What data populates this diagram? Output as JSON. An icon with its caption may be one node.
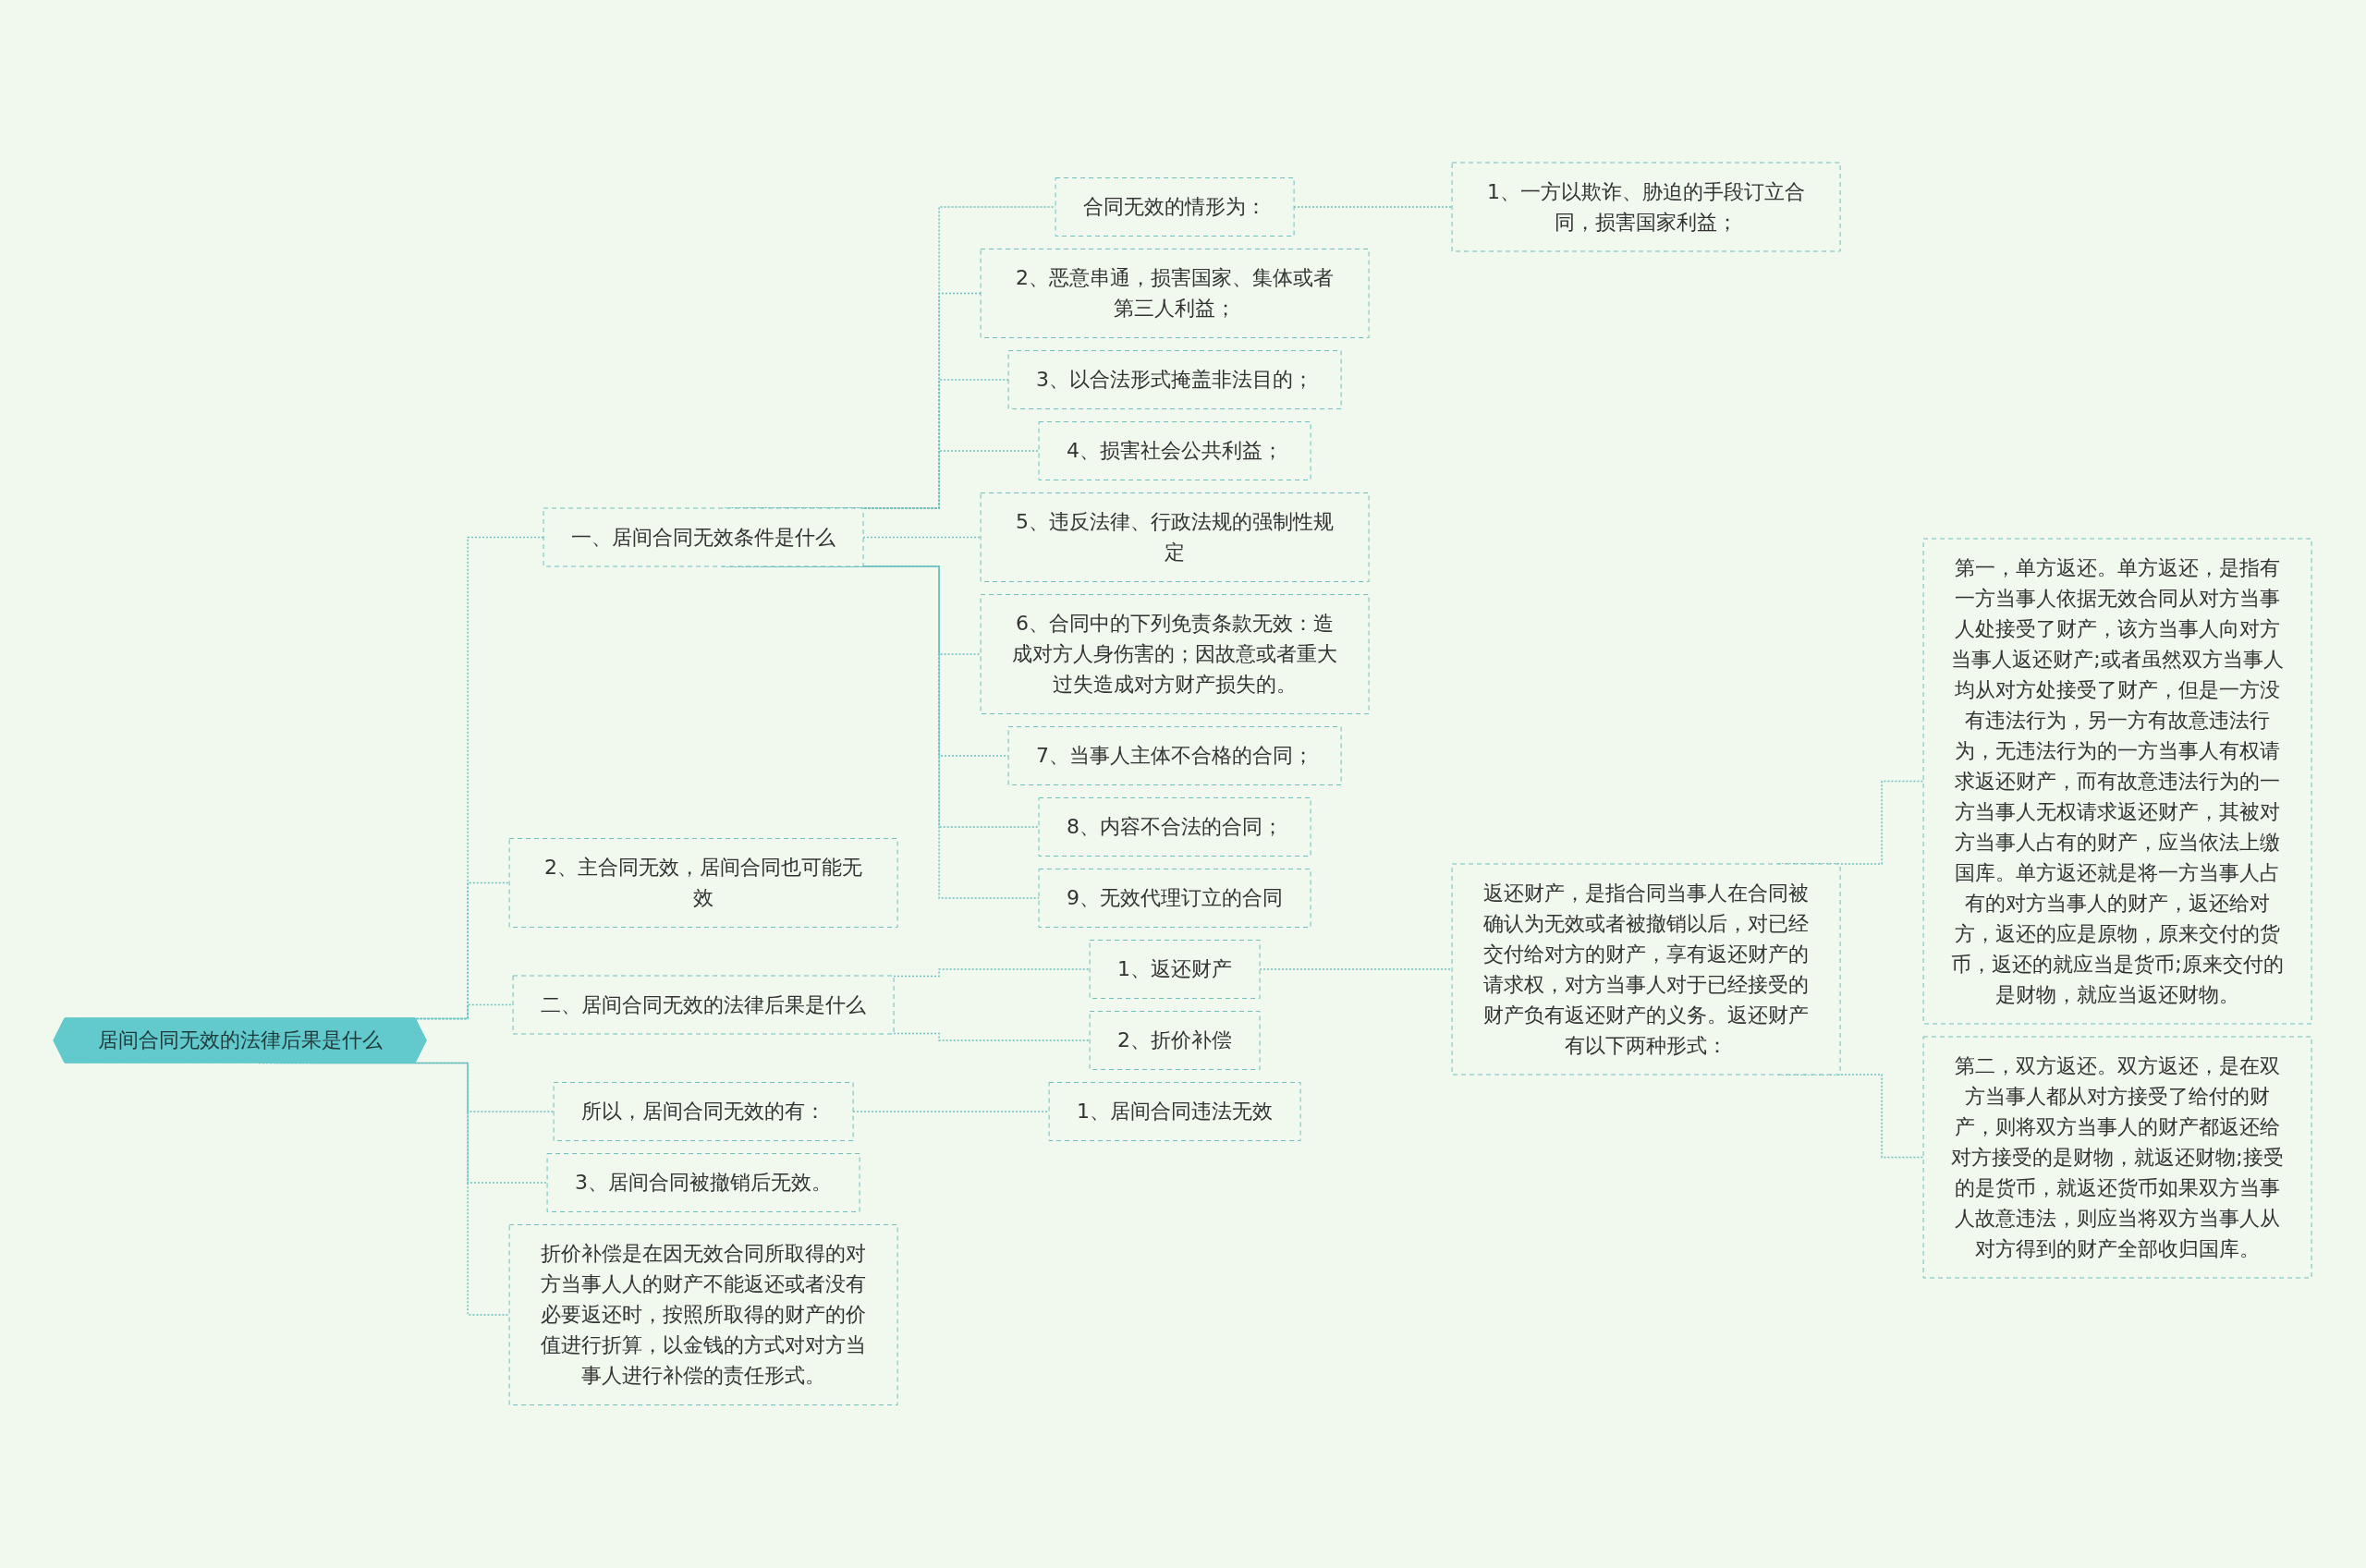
{
  "diagram": {
    "nodes": [
      {
        "text": [
          "居间合同无效的法律后果是什么"
        ]
      },
      {
        "text": [
          "一、居间合同无效条件是什么"
        ]
      },
      {
        "text": [
          "合同无效的情形为："
        ]
      },
      {
        "text": [
          "1、一方以欺诈、胁迫的手段订立合同，损害国家利益；"
        ]
      },
      {
        "text": [
          "2、恶意串通，损害国家、集体或者第三人利益；"
        ]
      },
      {
        "text": [
          "3、以合法形式掩盖非法目的；"
        ]
      },
      {
        "text": [
          "4、损害社会公共利益；"
        ]
      },
      {
        "text": [
          "5、违反法律、行政法规的强制性规定"
        ]
      },
      {
        "text": [
          "6、合同中的下列免责条款无效：造成对方人身伤害的；因故意或者重大过失造成对方财产损失的。"
        ]
      },
      {
        "text": [
          "7、当事人主体不合格的合同；"
        ]
      },
      {
        "text": [
          "8、内容不合法的合同；"
        ]
      },
      {
        "text": [
          "9、无效代理订立的合同"
        ]
      },
      {
        "text": [
          "2、主合同无效，居间合同也可能无效"
        ]
      },
      {
        "text": [
          "二、居间合同无效的法律后果是什么"
        ]
      },
      {
        "text": [
          "1、返还财产"
        ]
      },
      {
        "text": [
          "返还财产，是指合同当事人在合同被确认为无效或者被撤销以后，对已经交付给对方的财产，享有返还财产的请求权，对方当事人对于已经接受的财产负有返还财产的义务。返还财产有以下两种形式："
        ]
      },
      {
        "text": [
          "第一，单方返还。单方返还，是指有一方当事人依据无效合同从对方当事人处接受了财产，该方当事人向对方当事人返还财产;或者虽然双方当事人均从对方处接受了财产，但是一方没有违法行为，另一方有故意违法行为，无违法行为的一方当事人有权请求返还财产，而有故意违法行为的一方当事人无权请求返还财产，其被对方当事人占有的财产，应当依法上缴国库。单方返还就是将一方当事人占有的对方当事人的财产，返还给对方，返还的应是原物，原来交付的货币，返还的就应当是货币;原来交付的是财物，就应当返还财物。"
        ]
      },
      {
        "text": [
          "第二，双方返还。双方返还，是在双方当事人都从对方接受了给付的财产，则将双方当事人的财产都返还给对方接受的是财物，就返还财物;接受的是货币，就返还货币如果双方当事人故意违法，则应当将双方当事人从对方得到的财产全部收归国库。"
        ]
      },
      {
        "text": [
          "2、折价补偿"
        ]
      },
      {
        "text": [
          "所以，居间合同无效的有："
        ]
      },
      {
        "text": [
          "1、居间合同违法无效"
        ]
      },
      {
        "text": [
          "3、居间合同被撤销后无效。"
        ]
      },
      {
        "text": [
          "折价补偿是在因无效合同所取得的对方当事人人的财产不能返还或者没有必要返还时，按照所取得的财产的价值进行折算，以金钱的方式对对方当事人进行补偿的责任形式。"
        ]
      }
    ],
    "edges": [
      {
        "from": 0,
        "to": 1,
        "arrow": "none",
        "style": "dashed"
      },
      {
        "from": 1,
        "to": 2,
        "arrow": "none",
        "style": "dashed"
      },
      {
        "from": 2,
        "to": 3,
        "arrow": "none",
        "style": "dashed"
      },
      {
        "from": 1,
        "to": 4,
        "arrow": "none",
        "style": "dashed"
      },
      {
        "from": 1,
        "to": 5,
        "arrow": "none",
        "style": "dashed"
      },
      {
        "from": 1,
        "to": 6,
        "arrow": "none",
        "style": "dashed"
      },
      {
        "from": 1,
        "to": 7,
        "arrow": "none",
        "style": "dashed"
      },
      {
        "from": 1,
        "to": 8,
        "arrow": "none",
        "style": "dashed"
      },
      {
        "from": 1,
        "to": 9,
        "arrow": "none",
        "style": "dashed"
      },
      {
        "from": 1,
        "to": 10,
        "arrow": "none",
        "style": "dashed"
      },
      {
        "from": 1,
        "to": 11,
        "arrow": "none",
        "style": "dashed"
      },
      {
        "from": 0,
        "to": 12,
        "arrow": "none",
        "style": "dashed"
      },
      {
        "from": 0,
        "to": 13,
        "arrow": "none",
        "style": "dashed"
      },
      {
        "from": 13,
        "to": 14,
        "arrow": "none",
        "style": "dashed"
      },
      {
        "from": 14,
        "to": 15,
        "arrow": "none",
        "style": "dashed"
      },
      {
        "from": 15,
        "to": 16,
        "arrow": "none",
        "style": "dashed"
      },
      {
        "from": 15,
        "to": 17,
        "arrow": "none",
        "style": "dashed"
      },
      {
        "from": 13,
        "to": 18,
        "arrow": "none",
        "style": "dashed"
      },
      {
        "from": 0,
        "to": 19,
        "arrow": "none",
        "style": "dashed"
      },
      {
        "from": 19,
        "to": 20,
        "arrow": "none",
        "style": "dashed"
      },
      {
        "from": 0,
        "to": 21,
        "arrow": "none",
        "style": "dashed"
      },
      {
        "from": 0,
        "to": 22,
        "arrow": "none",
        "style": "dashed"
      }
    ]
  }
}
